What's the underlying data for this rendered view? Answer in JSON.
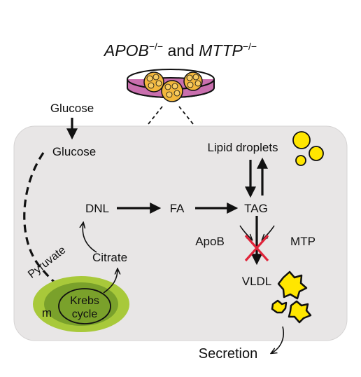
{
  "title": {
    "gene1": "APOB",
    "gene1_sup": "−/−",
    "conj": " and ",
    "gene2": "MTTP",
    "gene2_sup": "−/−"
  },
  "labels": {
    "glucose_outside": "Glucose",
    "glucose_inside": "Glucose",
    "lipid_droplets": "Lipid droplets",
    "dnl": "DNL",
    "fa": "FA",
    "tag": "TAG",
    "apob": "ApoB",
    "mtp": "MTP",
    "pyruvate": "Pyruvate",
    "citrate": "Citrate",
    "vldl": "VLDL",
    "krebs_line1": "Krebs",
    "krebs_line2": "cycle",
    "mito_m": "m",
    "secretion": "Secretion"
  },
  "colors": {
    "cell_fill": "#e8e6e6",
    "cell_stroke": "#d6d4d4",
    "dish_fill": "#c96fae",
    "dish_rim": "#ffffff",
    "organoid": "#f2b73c",
    "lipid_droplet": "#ffe600",
    "vldl": "#ffe600",
    "mito_outer": "#a8c93a",
    "mito_inner": "#7aa12b",
    "block_cross": "#e0243a",
    "ink": "#111111"
  }
}
